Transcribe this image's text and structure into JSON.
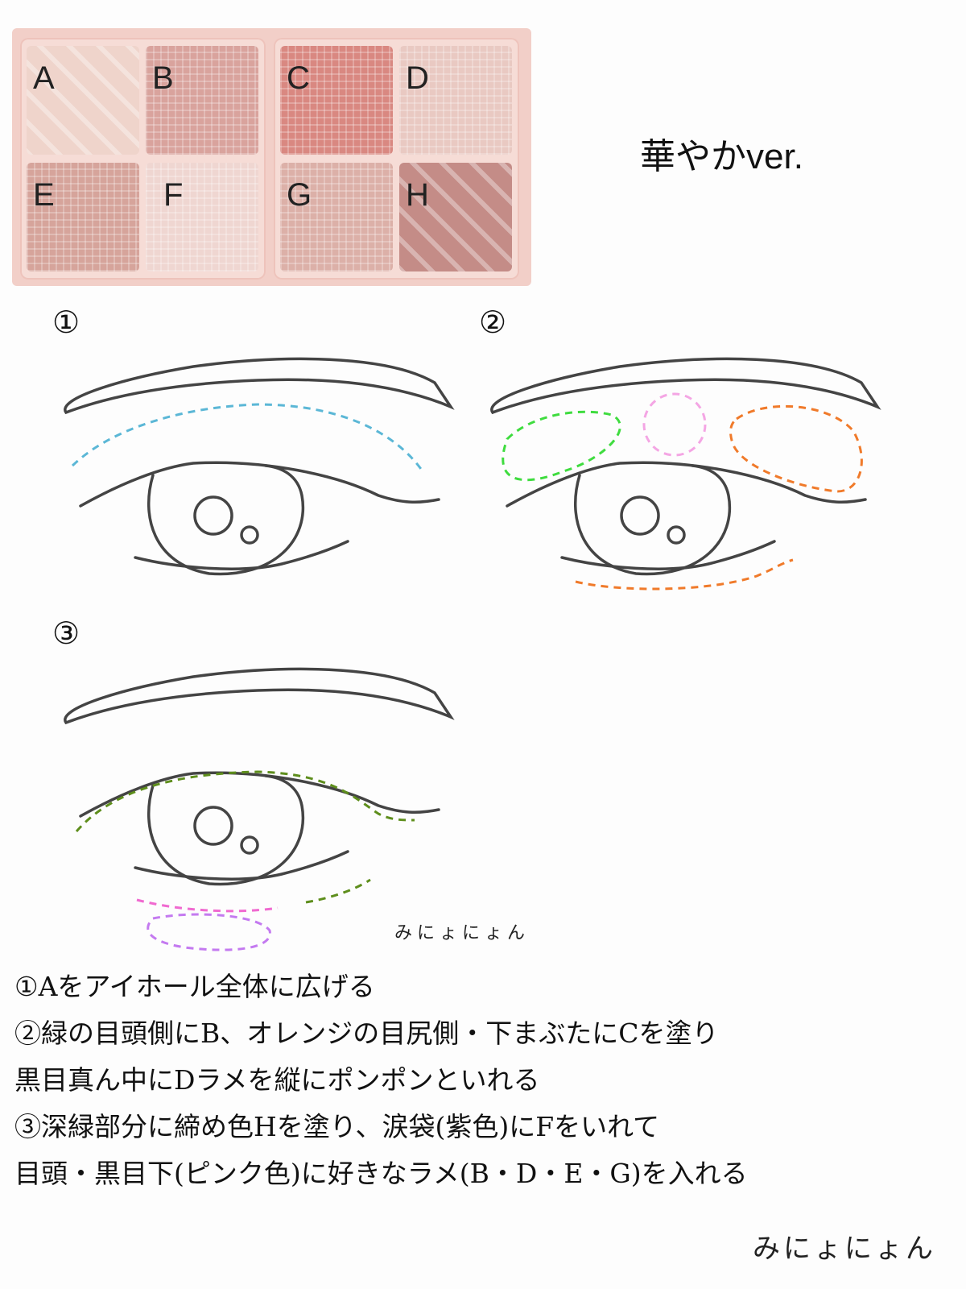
{
  "title": "華やかver.",
  "palette": {
    "pans": [
      {
        "label": "A",
        "color": "#efd4cb"
      },
      {
        "label": "B",
        "color": "#d9a39d"
      },
      {
        "label": "C",
        "color": "#d98881"
      },
      {
        "label": "D",
        "color": "#e9c9c2"
      },
      {
        "label": "E",
        "color": "#d6a49b"
      },
      {
        "label": "F",
        "color": "#efd6d1"
      },
      {
        "label": "G",
        "color": "#dcb0a8"
      },
      {
        "label": "H",
        "color": "#c48c87"
      }
    ]
  },
  "steps": [
    "①",
    "②",
    "③"
  ],
  "colors": {
    "blue": "#5bb7d6",
    "green": "#3fdc3f",
    "pink": "#f4a6e4",
    "orange": "#f07a2a",
    "dark_green": "#5e8e1c",
    "magenta": "#f06ad0",
    "purple": "#c47af0"
  },
  "watermark_small": "みにょにょん",
  "instructions": [
    "①Aをアイホール全体に広げる",
    "②緑の目頭側にB、オレンジの目尻側・下まぶたにCを塗り",
    "黒目真ん中にDラメを縦にポンポンといれる",
    "③深緑部分に締め色Hを塗り、涙袋(紫色)にFをいれて",
    "目頭・黒目下(ピンク色)に好きなラメ(B・D・E・G)を入れる"
  ],
  "watermark": "みにょにょん"
}
